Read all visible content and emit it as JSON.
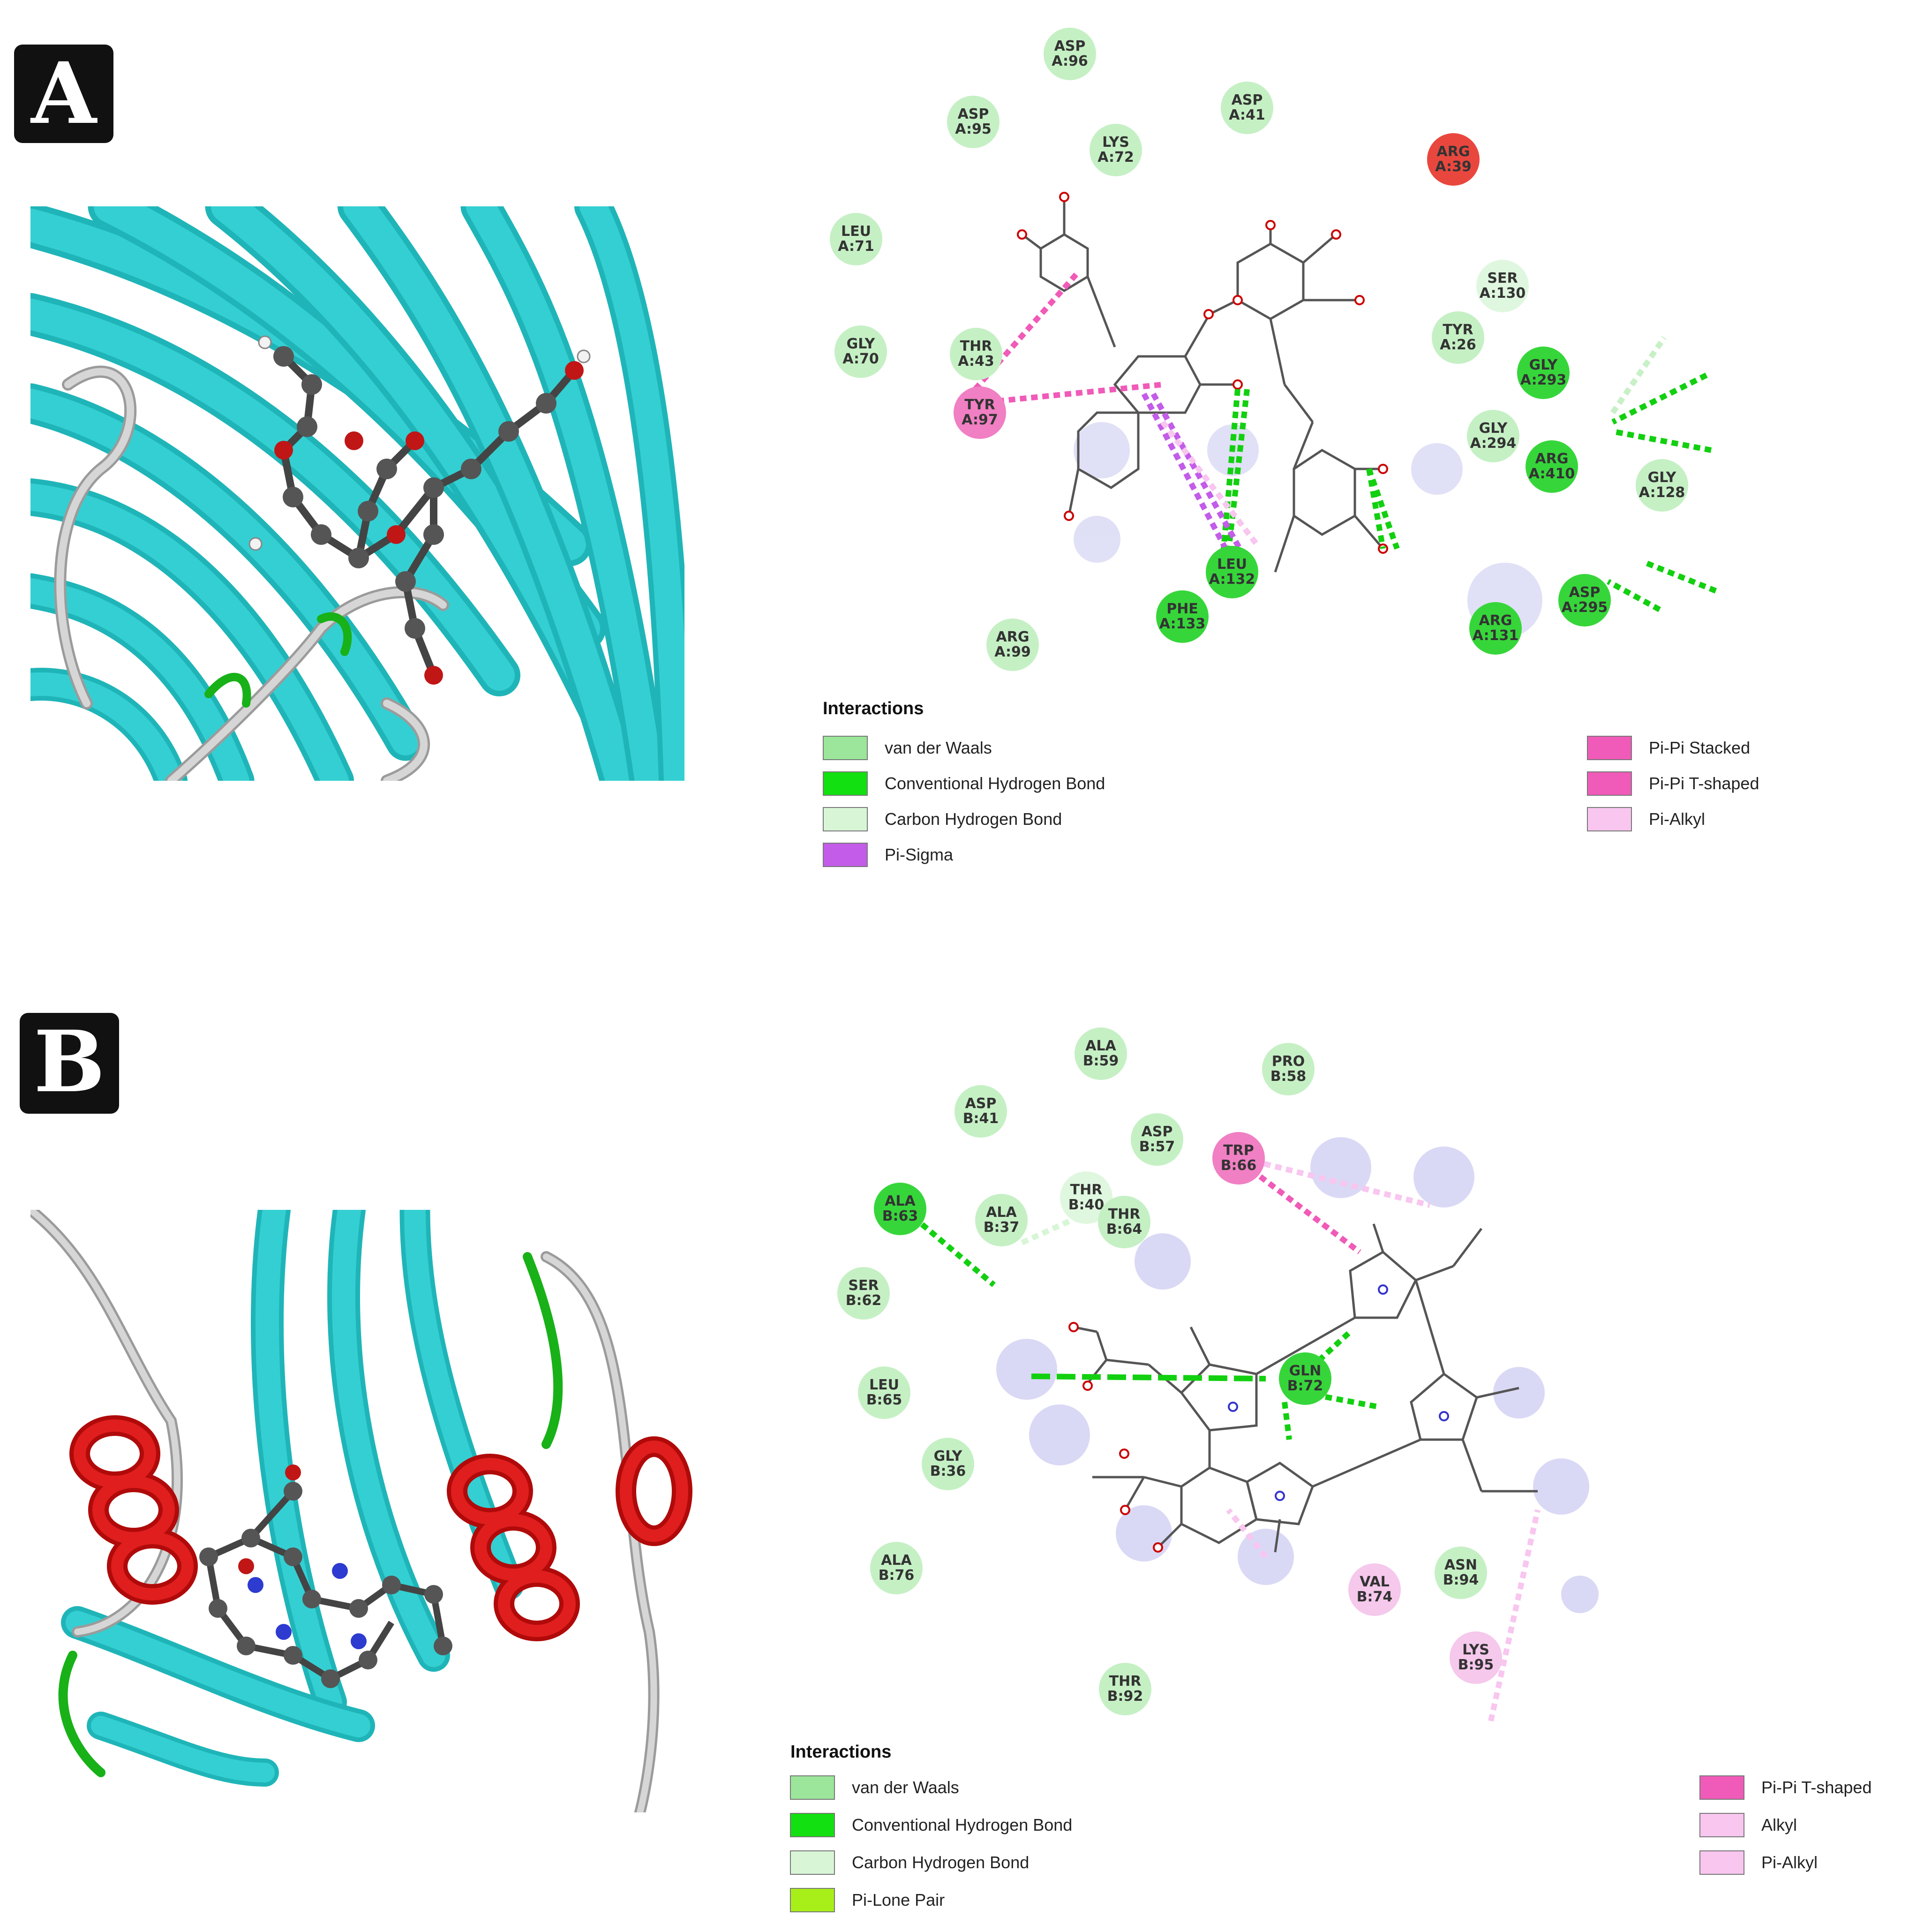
{
  "panels": [
    {
      "label": "A",
      "residues": [
        {
          "text": "ASP\nA:96",
          "type": "vdw"
        },
        {
          "text": "ASP\nA:95",
          "type": "vdw"
        },
        {
          "text": "LYS\nA:72",
          "type": "vdw"
        },
        {
          "text": "ASP\nA:41",
          "type": "vdw"
        },
        {
          "text": "ARG\nA:39",
          "type": "unfav"
        },
        {
          "text": "LEU\nA:71",
          "type": "vdw"
        },
        {
          "text": "SER\nA:130",
          "type": "chb"
        },
        {
          "text": "GLY\nA:70",
          "type": "vdw"
        },
        {
          "text": "THR\nA:43",
          "type": "vdw"
        },
        {
          "text": "TYR\nA:26",
          "type": "vdw"
        },
        {
          "text": "GLY\nA:293",
          "type": "hb"
        },
        {
          "text": "TYR\nA:97",
          "type": "pipi"
        },
        {
          "text": "GLY\nA:294",
          "type": "vdw"
        },
        {
          "text": "ARG\nA:410",
          "type": "hb"
        },
        {
          "text": "GLY\nA:128",
          "type": "vdw"
        },
        {
          "text": "LEU\nA:132",
          "type": "hb"
        },
        {
          "text": "PHE\nA:133",
          "type": "hb"
        },
        {
          "text": "ASP\nA:295",
          "type": "hb"
        },
        {
          "text": "ARG\nA:131",
          "type": "hb"
        },
        {
          "text": "ARG\nA:99",
          "type": "vdw"
        }
      ],
      "legend": {
        "title": "Interactions",
        "items": [
          {
            "label": "van der Waals",
            "color": "#9be69a"
          },
          {
            "label": "Conventional Hydrogen Bond",
            "color": "#12e010"
          },
          {
            "label": "Carbon Hydrogen Bond",
            "color": "#d8f6d6"
          },
          {
            "label": "Pi-Sigma",
            "color": "#c35ce8"
          },
          {
            "label": "Pi-Pi Stacked",
            "color": "#f05ab8"
          },
          {
            "label": "Pi-Pi T-shaped",
            "color": "#f05ab8"
          },
          {
            "label": "Pi-Alkyl",
            "color": "#f8c6ef"
          }
        ]
      }
    },
    {
      "label": "B",
      "residues": [
        {
          "text": "ALA\nB:59",
          "type": "vdw"
        },
        {
          "text": "PRO\nB:58",
          "type": "vdw"
        },
        {
          "text": "ASP\nB:41",
          "type": "vdw"
        },
        {
          "text": "ASP\nB:57",
          "type": "vdw"
        },
        {
          "text": "TRP\nB:66",
          "type": "pipi"
        },
        {
          "text": "THR\nB:40",
          "type": "chb"
        },
        {
          "text": "ALA\nB:63",
          "type": "hb"
        },
        {
          "text": "ALA\nB:37",
          "type": "vdw"
        },
        {
          "text": "THR\nB:64",
          "type": "vdw"
        },
        {
          "text": "SER\nB:62",
          "type": "vdw"
        },
        {
          "text": "GLN\nB:72",
          "type": "hb"
        },
        {
          "text": "LEU\nB:65",
          "type": "vdw"
        },
        {
          "text": "GLY\nB:36",
          "type": "vdw"
        },
        {
          "text": "ALA\nB:76",
          "type": "vdw"
        },
        {
          "text": "VAL\nB:74",
          "type": "pialkyl"
        },
        {
          "text": "ASN\nB:94",
          "type": "vdw"
        },
        {
          "text": "LYS\nB:95",
          "type": "pialkyl"
        },
        {
          "text": "THR\nB:92",
          "type": "vdw"
        }
      ],
      "legend": {
        "title": "Interactions",
        "items": [
          {
            "label": "van der Waals",
            "color": "#9be69a"
          },
          {
            "label": "Conventional Hydrogen Bond",
            "color": "#12e010"
          },
          {
            "label": "Carbon Hydrogen Bond",
            "color": "#d8f6d6"
          },
          {
            "label": "Pi-Lone Pair",
            "color": "#a8ef1a"
          },
          {
            "label": "Pi-Pi T-shaped",
            "color": "#f05ab8"
          },
          {
            "label": "Alkyl",
            "color": "#f8c6ef"
          },
          {
            "label": "Pi-Alkyl",
            "color": "#f8c6ef"
          }
        ]
      }
    }
  ]
}
